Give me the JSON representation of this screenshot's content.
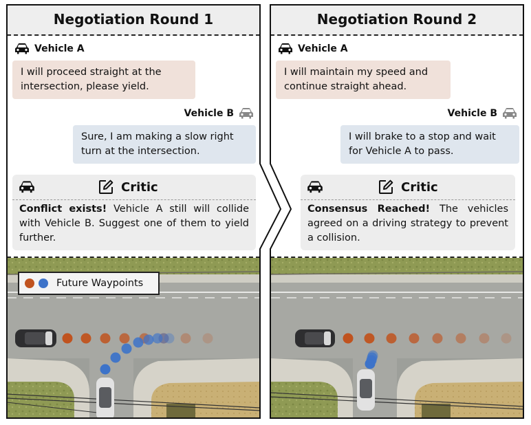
{
  "round1": {
    "title": "Negotiation Round 1",
    "vehicle_a_label": "Vehicle A",
    "vehicle_a_message": "I will proceed straight at the intersection, please yield.",
    "vehicle_b_label": "Vehicle B",
    "vehicle_b_message": "Sure, I am making a slow right turn at the intersection.",
    "critic_label": "Critic",
    "critic_verdict": "Conflict exists!",
    "critic_message": "Vehicle A still will collide with Vehicle B. Suggest one of them to yield further.",
    "legend_label": "Future Waypoints"
  },
  "round2": {
    "title": "Negotiation Round 2",
    "vehicle_a_label": "Vehicle A",
    "vehicle_a_message": "I will maintain my speed and continue straight ahead.",
    "vehicle_b_label": "Vehicle B",
    "vehicle_b_message": "I will brake to a stop and wait for Vehicle A to pass.",
    "critic_label": "Critic",
    "critic_verdict": "Consensus Reached!",
    "critic_message": "The vehicles agreed on a driving strategy to prevent a collision."
  },
  "colors": {
    "vehicle_a": "#c0531f",
    "vehicle_b": "#3d73c9",
    "bubble_a": "#f0e1da",
    "bubble_b": "#dfe6ee",
    "critic_bg": "#ededed"
  },
  "icons": {
    "vehicle": "car-icon",
    "critic": "edit-note-icon"
  }
}
